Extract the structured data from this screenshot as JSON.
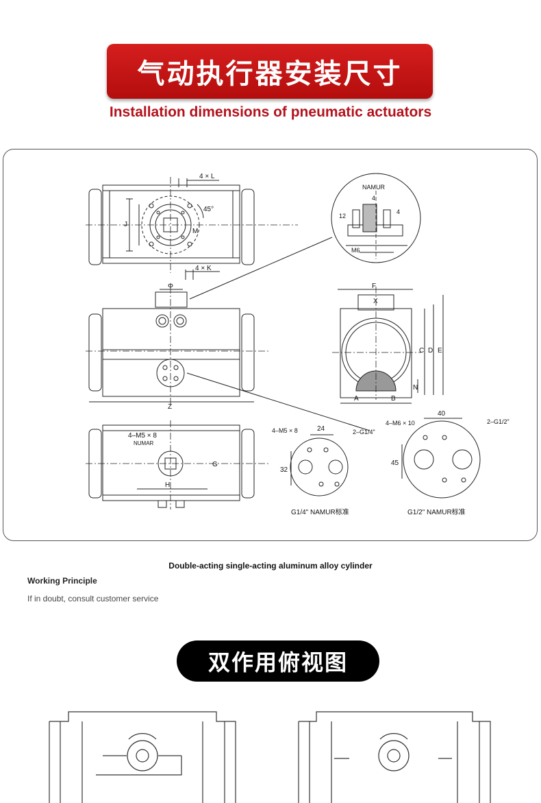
{
  "header": {
    "title_cn": "气动执行器安装尺寸",
    "title_en": "Installation dimensions of pneumatic actuators"
  },
  "drawing": {
    "namur_label": "NAMUR",
    "dim_4xL": "4 × L",
    "dim_4xK": "4 × K",
    "dim_45": "45°",
    "dim_J": "J",
    "dim_M": "M",
    "dim_phi": "Φ",
    "dim_Z": "Z",
    "dim_F": "F",
    "dim_C": "C",
    "dim_D": "D",
    "dim_E": "E",
    "dim_N": "N",
    "dim_A": "A",
    "dim_B": "B",
    "dim_X": "X",
    "dim_4": "4",
    "dim_12": "12",
    "dim_M6": "M6",
    "dim_4M5x8": "4–M5 × 8",
    "dim_numar": "NUMAR",
    "dim_G": "G",
    "dim_H": "H",
    "dim_24": "24",
    "dim_32": "32",
    "dim_2G14": "2–G1/4\"",
    "dim_4M6x10": "4–M6 × 10",
    "dim_40": "40",
    "dim_45b": "45",
    "dim_2G12": "2–G1/2\"",
    "std_g14": "G1/4\" NAMUR标准",
    "std_g12": "G1/2\" NAMUR标准"
  },
  "caption": "Double-acting single-acting aluminum alloy cylinder",
  "working_principle": "Working Principle",
  "note": "If in doubt, consult customer service",
  "section2_title": "双作用俯视图"
}
